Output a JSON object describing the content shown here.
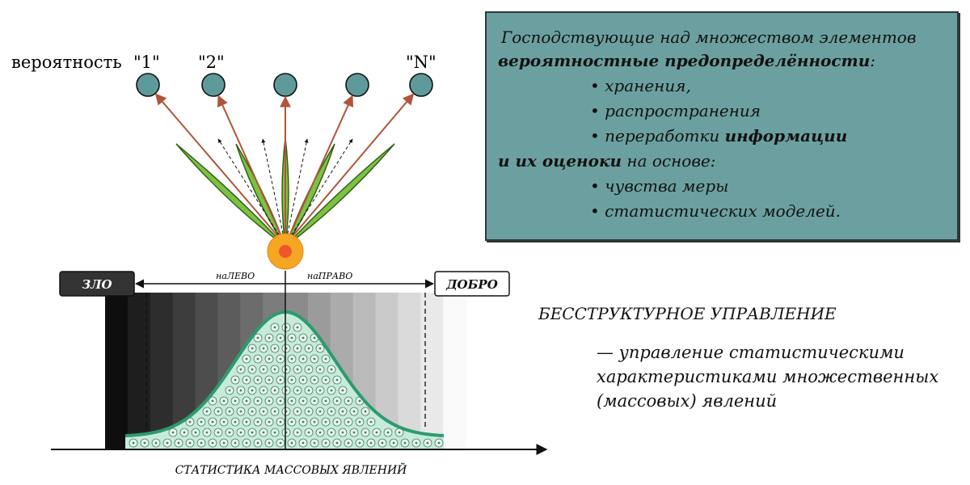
{
  "probability_labels": {
    "prefix": "вероятность",
    "first": "\"1\"",
    "second": "\"2\"",
    "last": "\"N\""
  },
  "info_box": {
    "line1": "Господствующие над множеством элементов",
    "line2": "вероятностные предопределённости",
    "line2_tail": ":",
    "bullet_storage": "• хранения,",
    "bullet_spread": "• распространения",
    "bullet_processing": "• переработки ",
    "bullet_processing_bold": "информации",
    "line_eval_bold": "и их оценоки",
    "line_eval_tail": " на основе:",
    "bullet_measure": "• чувства меры",
    "bullet_models": "• статистических моделей."
  },
  "scale": {
    "evil_label": "ЗЛО",
    "good_label": "ДОБРО",
    "left_label": "наЛЕВО",
    "right_label": "наПРАВО",
    "axis_caption": "СТАТИСТИКА МАССОВЫХ ЯВЛЕНИЙ"
  },
  "definition": {
    "title": "БЕССТРУКТУРНОЕ УПРАВЛЕНИЕ",
    "line1": "— управление статистическими",
    "line2": "характеристиками множественных",
    "line3": "(массовых) явлений"
  },
  "colors": {
    "teal_box": "#6ca0a0",
    "arrow": "#b0553a",
    "leaf": "#7cc242",
    "curve": "#2e9a70",
    "fill": "#c6ecd9",
    "sun_outer": "#f5a623",
    "sun_inner": "#f0562a"
  }
}
